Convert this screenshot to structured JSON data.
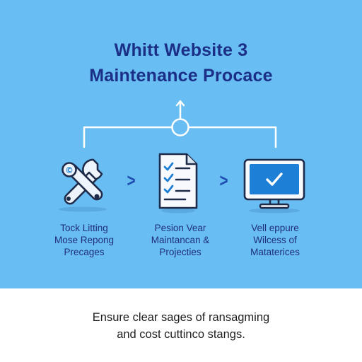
{
  "colors": {
    "panel_bg": "#68bdf3",
    "title_text": "#1c2f86",
    "accent_blue": "#1e7fd6",
    "line": "#ffffff",
    "footer_text": "#1e1e1e"
  },
  "title": {
    "line1": "Whitt Website 3",
    "line2": "Maintenance Procace"
  },
  "steps": [
    {
      "icon": "wrench-tools-icon",
      "lines": [
        "Tock Litting",
        "Mose Repong",
        "Precages"
      ]
    },
    {
      "icon": "checklist-document-icon",
      "lines": [
        "Pesion Vear",
        "Maintancan &",
        "Projecties"
      ]
    },
    {
      "icon": "monitor-check-icon",
      "lines": [
        "Vell eppure",
        "Wilcess of",
        "Mataterices"
      ]
    }
  ],
  "arrows": [
    "chevron-right-icon",
    "chevron-right-icon"
  ],
  "footer": {
    "line1": "Ensure clear sages of ransagming",
    "line2": "and cost cuttinco stangs."
  }
}
